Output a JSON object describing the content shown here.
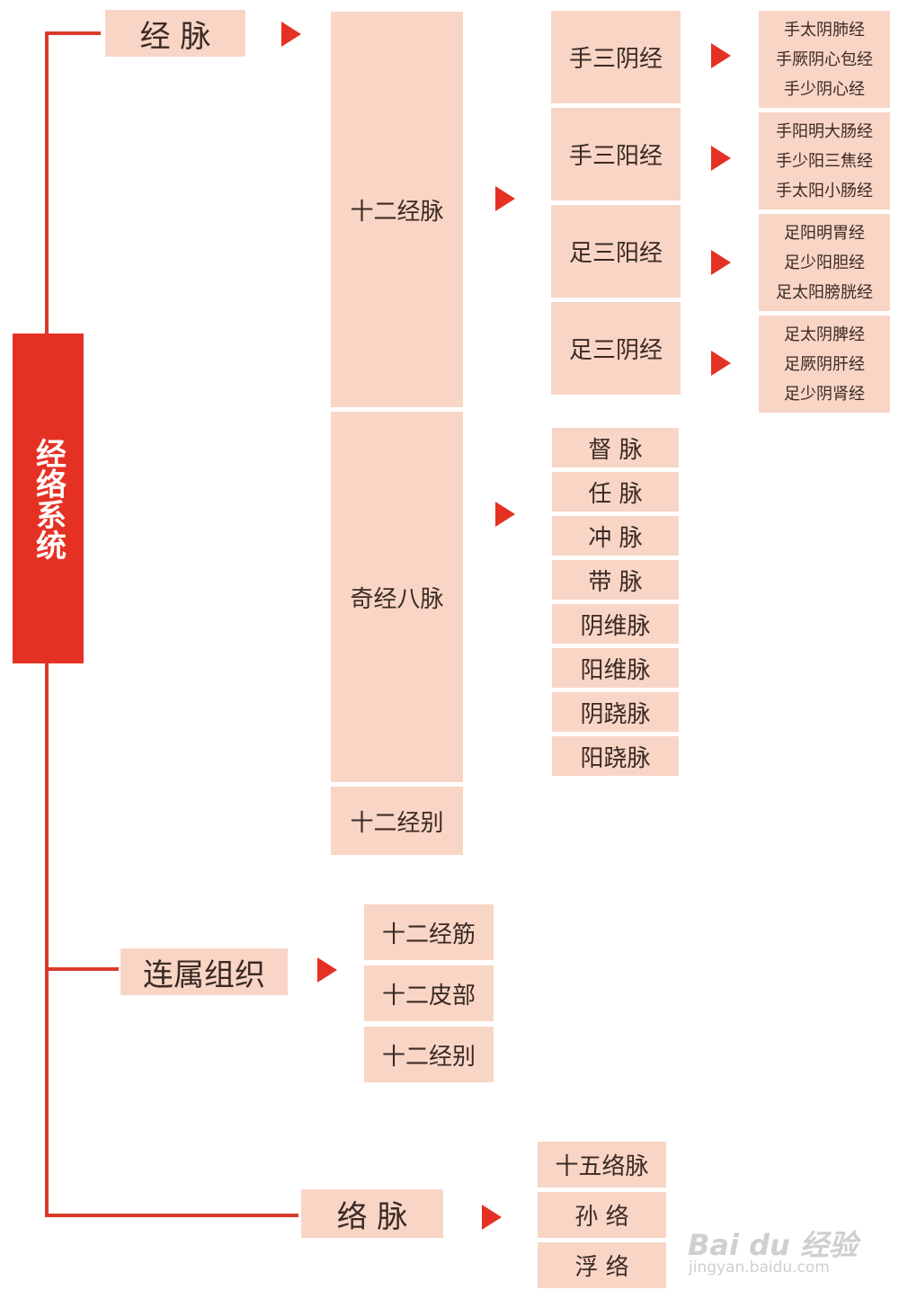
{
  "root": "经络系统",
  "jingmai": {
    "label": "经 脉",
    "twelve_main": "十二经脉",
    "extraordinary": "奇经八脉",
    "twelve_divergent": "十二经别",
    "groups": [
      {
        "label": "手三阴经",
        "items": [
          "手太阴肺经",
          "手厥阴心包经",
          "手少阴心经"
        ]
      },
      {
        "label": "手三阳经",
        "items": [
          "手阳明大肠经",
          "手少阳三焦经",
          "手太阳小肠经"
        ]
      },
      {
        "label": "足三阳经",
        "items": [
          "足阳明胃经",
          "足少阳胆经",
          "足太阳膀胱经"
        ]
      },
      {
        "label": "足三阴经",
        "items": [
          "足太阴脾经",
          "足厥阴肝经",
          "足少阴肾经"
        ]
      }
    ],
    "eight": [
      "督 脉",
      "任 脉",
      "冲 脉",
      "带 脉",
      "阴维脉",
      "阳维脉",
      "阴跷脉",
      "阳跷脉"
    ]
  },
  "lianshu": {
    "label": "连属组织",
    "items": [
      "十二经筋",
      "十二皮部",
      "十二经别"
    ]
  },
  "luomai": {
    "label": "络 脉",
    "items": [
      "十五络脉",
      "孙 络",
      "浮 络"
    ]
  },
  "watermark": {
    "brand": "Bai du 经验",
    "url": "jingyan.baidu.com"
  }
}
